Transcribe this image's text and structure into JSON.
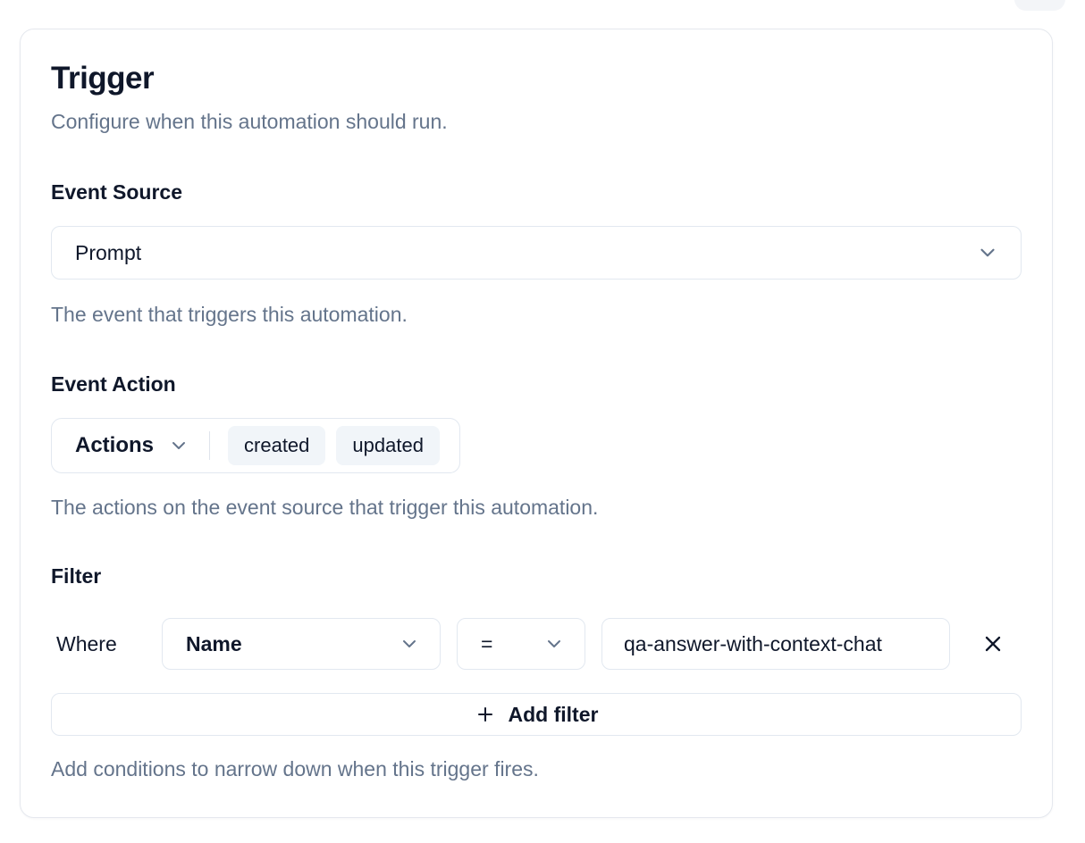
{
  "card": {
    "title": "Trigger",
    "subtitle": "Configure when this automation should run.",
    "event_source": {
      "label": "Event Source",
      "selected_value": "Prompt",
      "help": "The event that triggers this automation."
    },
    "event_action": {
      "label": "Event Action",
      "dropdown_label": "Actions",
      "selected": [
        "created",
        "updated"
      ],
      "help": "The actions on the event source that trigger this automation."
    },
    "filter": {
      "label": "Filter",
      "where_label": "Where",
      "field_value": "Name",
      "operator_value": "=",
      "value": "qa-answer-with-context-chat",
      "add_button_label": "Add filter",
      "help": "Add conditions to narrow down when this trigger fires."
    }
  },
  "icons": {
    "chevron_down": "chevron-down",
    "plus": "plus",
    "close": "x"
  },
  "colors": {
    "text": "#0f172a",
    "muted_text": "#64748b",
    "border": "#e2e8f0",
    "chip_bg": "#f1f5f9",
    "background": "#ffffff"
  }
}
